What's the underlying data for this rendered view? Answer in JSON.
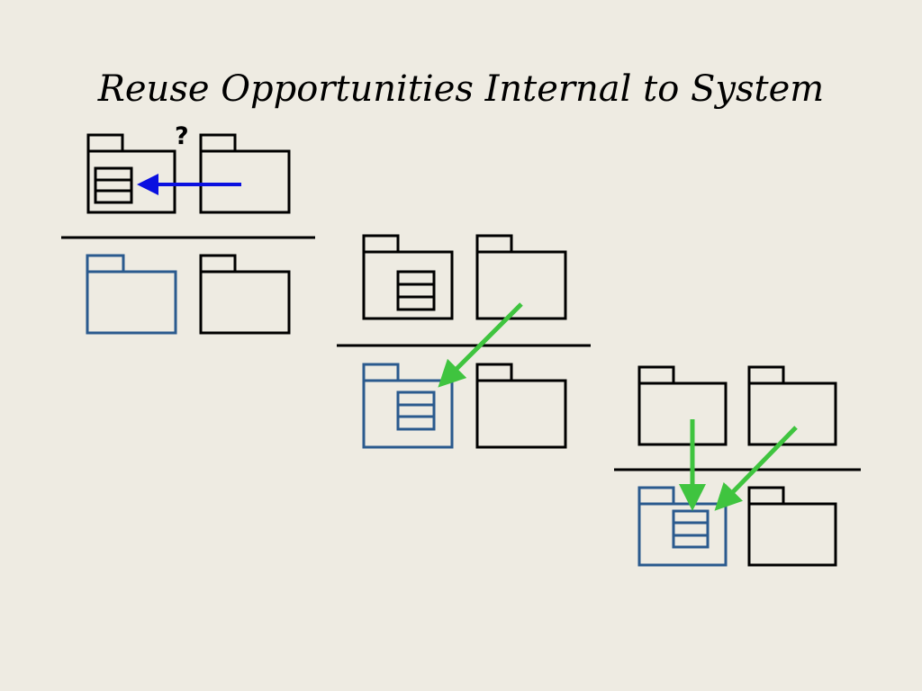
{
  "slide": {
    "title": "Reuse Opportunities Internal to System",
    "question_mark": "?"
  },
  "colors": {
    "background": "#eeebe2",
    "outline": "#000000",
    "highlight_package": "#2a5a8e",
    "reuse_arrow_question": "#0a10e0",
    "reuse_arrow": "#3fc43f"
  },
  "diagrams": [
    {
      "id": "stage-1",
      "description_icons": [
        "package-icon",
        "component-icon",
        "arrow-icon"
      ]
    },
    {
      "id": "stage-2",
      "description_icons": [
        "package-icon",
        "component-icon",
        "arrow-icon"
      ]
    },
    {
      "id": "stage-3",
      "description_icons": [
        "package-icon",
        "component-icon",
        "arrow-icon"
      ]
    }
  ]
}
